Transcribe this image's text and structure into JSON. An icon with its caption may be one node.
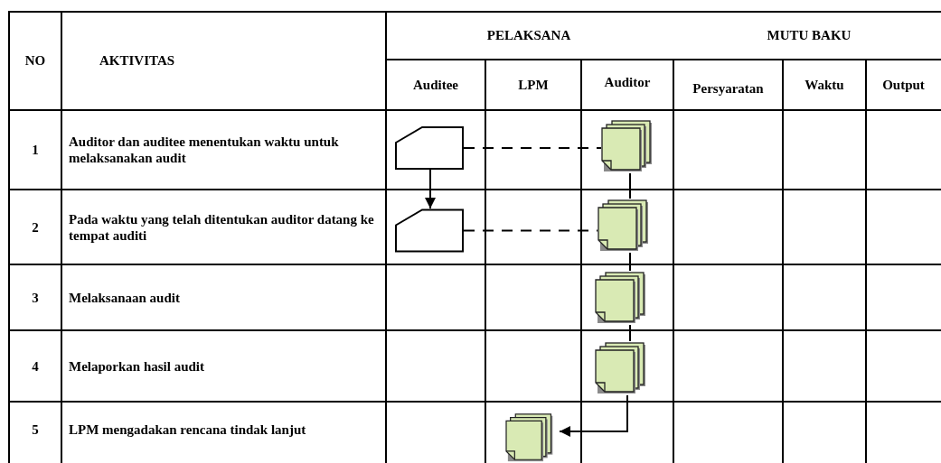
{
  "diagram": {
    "nodes": [
      {
        "text": [],
        "shape": "box"
      },
      {
        "text": [],
        "shape": "document"
      },
      {
        "text": [],
        "shape": "box"
      },
      {
        "text": [],
        "shape": "document"
      },
      {
        "text": [],
        "shape": "document"
      },
      {
        "text": [],
        "shape": "document"
      },
      {
        "text": [],
        "shape": "document"
      }
    ],
    "edges": [
      {
        "from": 0,
        "to": 2,
        "arrow": "to"
      },
      {
        "from": 0,
        "to": 1,
        "arrow": "none",
        "style": "dashed"
      },
      {
        "from": 2,
        "to": 3,
        "arrow": "none",
        "style": "dashed"
      },
      {
        "from": 1,
        "to": 3,
        "arrow": "none"
      },
      {
        "from": 3,
        "to": 4,
        "arrow": "none"
      },
      {
        "from": 4,
        "to": 5,
        "arrow": "none"
      },
      {
        "from": 5,
        "to": 6,
        "arrow": "to"
      }
    ],
    "labels": [
      "NO",
      "AKTIVITAS",
      "PELAKSANA",
      "MUTU BAKU",
      "Auditee",
      "LPM",
      "Auditor",
      "Persyaratan",
      "Waktu",
      "Output",
      "1",
      "Auditor dan auditee menentukan waktu untuk melaksanakan audit",
      "2",
      "Pada waktu yang telah ditentukan auditor datang ke tempat auditi",
      "3",
      "Melaksanaan audit",
      "4",
      "Melaporkan hasil audit",
      "5",
      "LPM mengadakan rencana tindak lanjut"
    ]
  }
}
